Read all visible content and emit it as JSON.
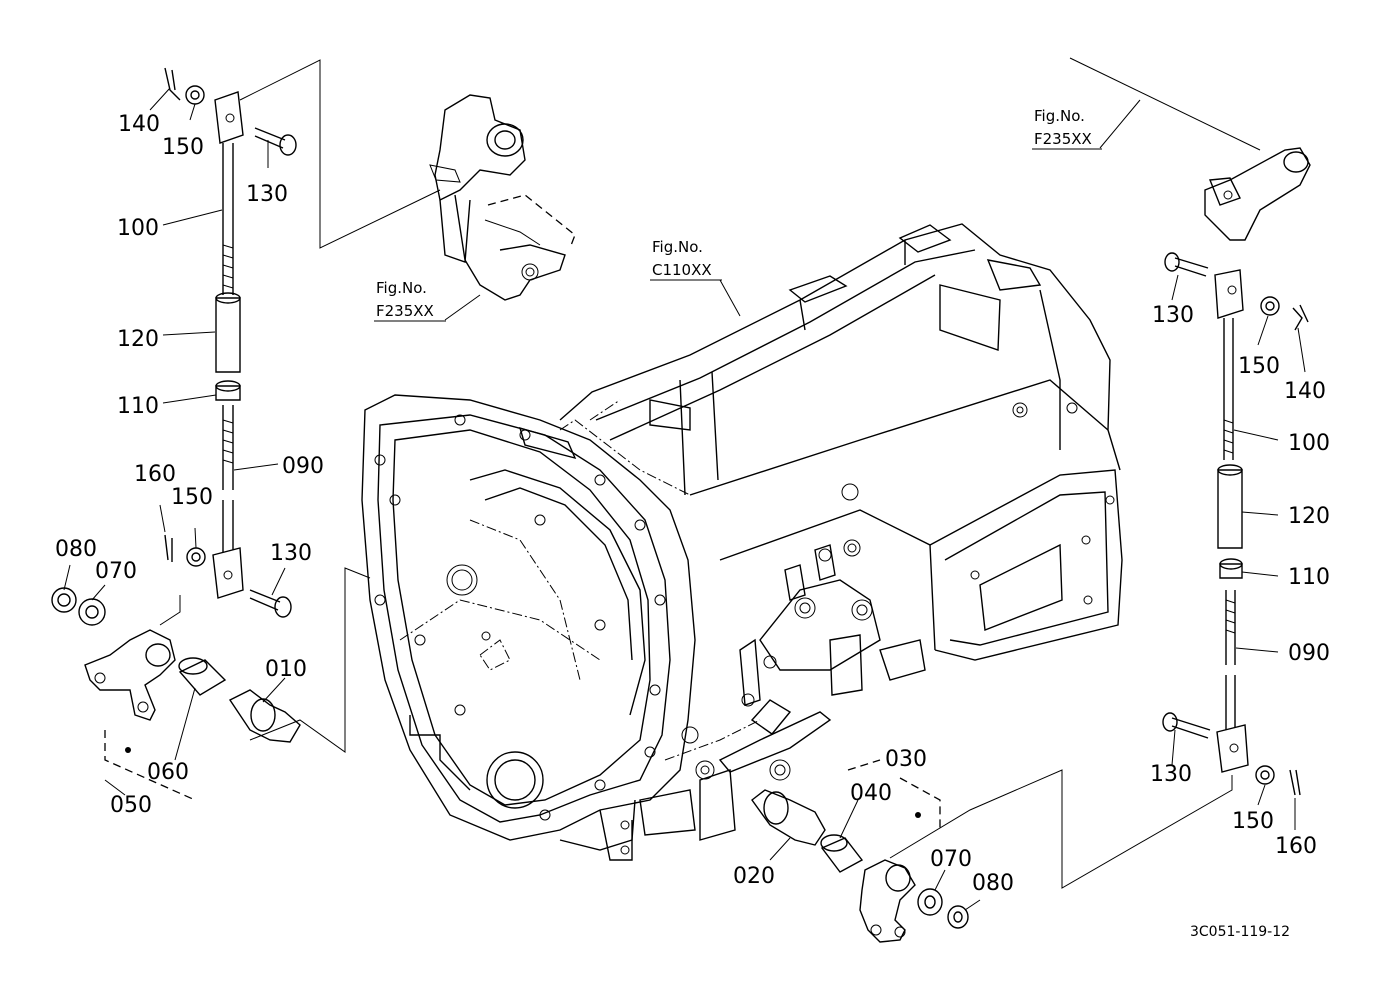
{
  "drawing": {
    "code": "3C051-119-12",
    "fig_refs": [
      {
        "line1": "Fig.No.",
        "line2": "F235XX"
      },
      {
        "line1": "Fig.No.",
        "line2": "C110XX"
      },
      {
        "line1": "Fig.No.",
        "line2": "F235XX"
      }
    ]
  },
  "left_assembly": {
    "top_labels": [
      "140",
      "150",
      "130",
      "100",
      "120",
      "110",
      "090"
    ],
    "bottom_labels": [
      "160",
      "150",
      "130",
      "080",
      "070",
      "010",
      "060",
      "050"
    ]
  },
  "right_assembly": {
    "labels": [
      "130",
      "150",
      "140",
      "100",
      "120",
      "110",
      "090",
      "130",
      "150",
      "160"
    ]
  },
  "front_assembly": {
    "labels": [
      "030",
      "040",
      "020",
      "070",
      "080"
    ]
  }
}
